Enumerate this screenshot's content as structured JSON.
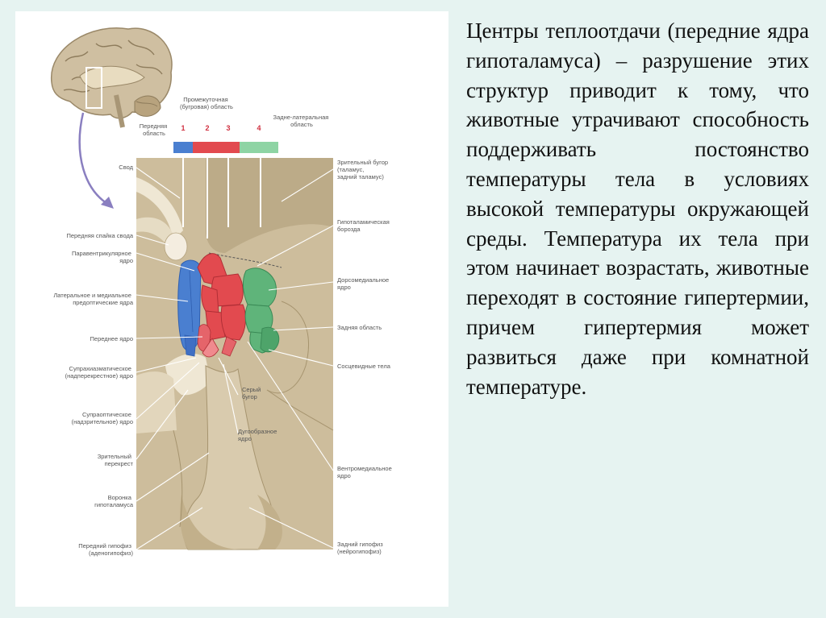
{
  "slide": {
    "text": "Центры теплоотдачи (передние ядра гипоталамуса) – разрушение этих структур приводит к тому, что животные утрачивают способность поддерживать постоянство температуры тела в условиях высокой температуры окружающей среды. Температура их тела при этом начинает возрастать, животные переходят в состояние гипертермии, причем гипертермия может развиться даже при комнатной температуре."
  },
  "diagram": {
    "region_numbers": [
      "1",
      "2",
      "3",
      "4"
    ],
    "top_labels": {
      "intermediate": [
        "Промежуточная",
        "(бугровая) область"
      ],
      "anterior": [
        "Передняя",
        "область"
      ],
      "posterolateral": [
        "Задне-латеральная",
        "область"
      ]
    },
    "left_labels": {
      "fornix": [
        "Свод"
      ],
      "anterior_commissure": [
        "Передняя спайка свода"
      ],
      "paraventricular": [
        "Паравентрикулярное",
        "ядро"
      ],
      "preoptic": [
        "Латеральное и медиальное",
        "предоптические ядра"
      ],
      "anterior_nucleus": [
        "Переднее ядро"
      ],
      "suprachiasmatic": [
        "Супрахиазматическое",
        "(надперекрестное) ядро"
      ],
      "supraoptic": [
        "Супраоптическое",
        "(надзрительное) ядро"
      ],
      "optic_chiasm": [
        "Зрительный",
        "перекрест"
      ],
      "infundibulum": [
        "Воронка",
        "гипоталамуса"
      ],
      "anterior_pituitary": [
        "Передний гипофиз",
        "(аденогипофиз)"
      ]
    },
    "right_labels": {
      "thalamus": [
        "Зрительный бугор",
        "(таламус,",
        "задний таламус)"
      ],
      "hypothalamic_sulcus": [
        "Гипоталамическая",
        "борозда"
      ],
      "dorsomedial": [
        "Дорсомедиальное",
        "ядро"
      ],
      "posterior_area": [
        "Задняя область"
      ],
      "mammillary": [
        "Сосцевидные тела"
      ],
      "ventromedial": [
        "Вентромедиальное",
        "ядро"
      ],
      "posterior_pituitary": [
        "Задний гипофиз",
        "(нейрогипофиз)"
      ]
    },
    "center_labels": {
      "tuber_cinereum": [
        "Серый",
        "бугор"
      ],
      "arcuate": [
        "Дугообразное",
        "ядро"
      ]
    },
    "colors": {
      "background": "#e6f3f1",
      "tissue": "#cdbd9c",
      "tissue_dark": "#b3a17c",
      "light_tissue": "#efe7d4",
      "anterior_blue": "#4a7fd0",
      "middle_red": "#e24a4f",
      "posterior_green": "#5fb47a",
      "pointer_purple": "#8a7fc0"
    }
  }
}
